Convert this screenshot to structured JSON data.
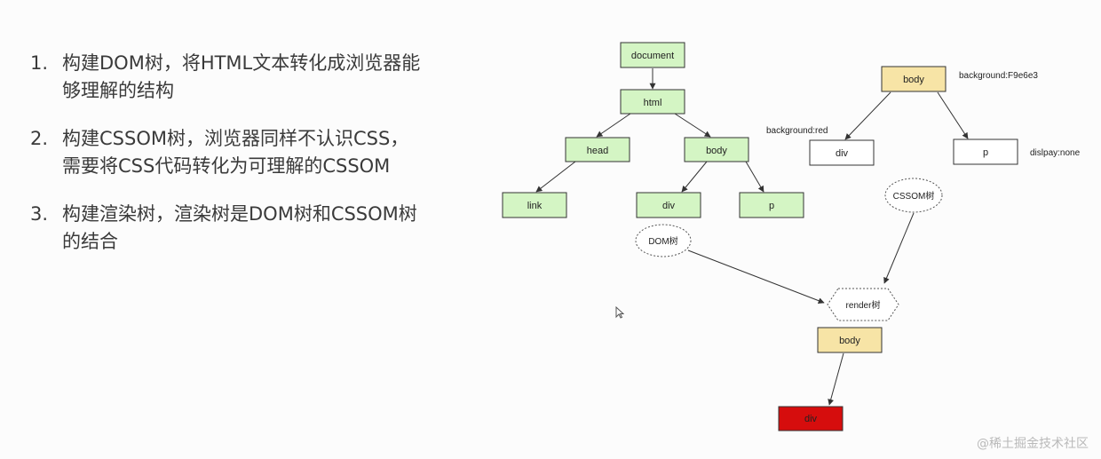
{
  "steps": [
    {
      "num": "1.",
      "text": "构建DOM树，将HTML文本转化成浏览器能够理解的结构"
    },
    {
      "num": "2.",
      "text": "构建CSSOM树，浏览器同样不认识CSS，需要将CSS代码转化为可理解的CSSOM"
    },
    {
      "num": "3.",
      "text": "构建渲染树，渲染树是DOM树和CSSOM树的结合"
    }
  ],
  "dom_tree": {
    "document": "document",
    "html": "html",
    "head": "head",
    "body": "body",
    "link": "link",
    "div": "div",
    "p": "p",
    "label": "DOM树"
  },
  "cssom_tree": {
    "body": "body",
    "body_style": "background:F9e6e3",
    "div": "div",
    "div_style": "background:red",
    "p": "p",
    "p_style": "dislpay:none",
    "label": "CSSOM树"
  },
  "render_tree": {
    "label": "render树",
    "body": "body",
    "div": "div"
  },
  "colors": {
    "dom_node_fill": "#d4f5c4",
    "render_body_fill": "#f7e4a6",
    "render_div_fill": "#d60d0d",
    "cssom_node_fill": "#ffffff",
    "cssom_body_fill": "#f7e4a6"
  },
  "watermark": "@稀土掘金技术社区"
}
